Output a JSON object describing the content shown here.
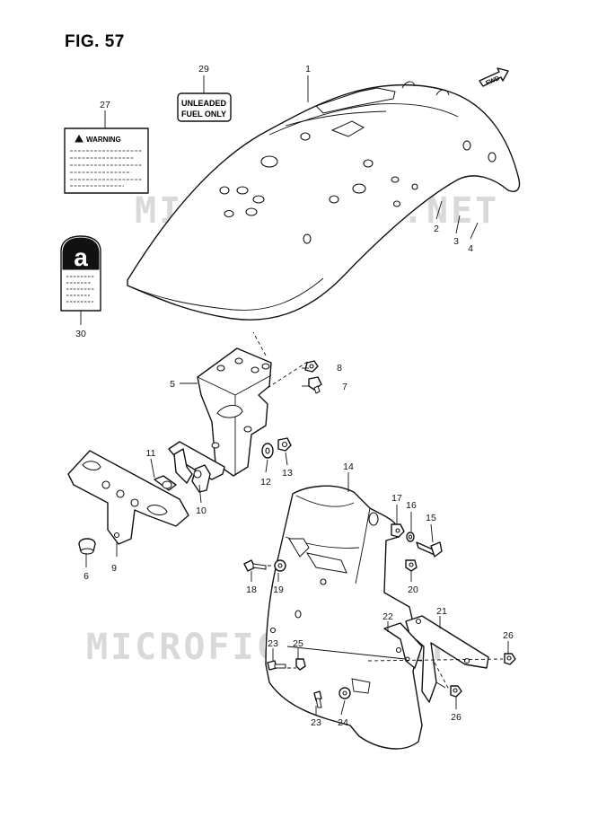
{
  "figure": {
    "title": "FIG. 57",
    "watermark": "MICROFICHES.NET"
  },
  "stickers": {
    "fuel_line1": "UNLEADED",
    "fuel_line2": "FUEL ONLY",
    "warning_heading": "WARNING",
    "fwd": "FWD",
    "brand_letter": "a"
  },
  "callouts": [
    "1",
    "2",
    "3",
    "4",
    "5",
    "6",
    "7",
    "8",
    "9",
    "10",
    "11",
    "12",
    "13",
    "14",
    "15",
    "16",
    "17",
    "18",
    "19",
    "20",
    "21",
    "22",
    "23",
    "23",
    "24",
    "25",
    "26",
    "26",
    "27",
    "29",
    "30"
  ],
  "colors": {
    "line": "#111111",
    "watermark": "#d9d9d9",
    "paper": "#ffffff"
  }
}
